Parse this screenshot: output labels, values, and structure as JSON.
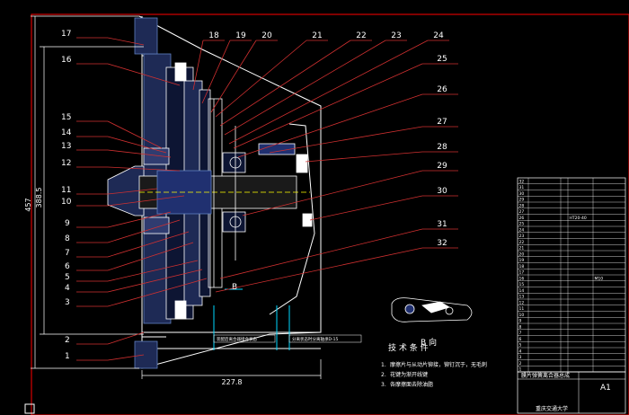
{
  "drawing": {
    "left_labels": [
      "17",
      "16",
      "15",
      "14",
      "13",
      "12",
      "11",
      "10",
      "9",
      "8",
      "7",
      "6",
      "5",
      "4",
      "3",
      "2",
      "1"
    ],
    "top_labels": [
      "18",
      "19",
      "20",
      "21",
      "22",
      "23",
      "24"
    ],
    "right_labels": [
      "25",
      "26",
      "27",
      "28",
      "29",
      "30",
      "31",
      "32"
    ],
    "dim_height_outer": "457",
    "dim_height_inner": "388.5",
    "dim_width": "227.8",
    "section_label": "B",
    "view_label": "B 向",
    "note_left": "装配后离合器接合状态",
    "note_right": "分离状态时分离轴承D-15"
  },
  "tech": {
    "title": "技 术 条 件",
    "items": [
      {
        "num": "1.",
        "text": "摩擦片与从动片铆接，铆钉沉于，无毛刺"
      },
      {
        "num": "2.",
        "text": "花键为渐开线键"
      },
      {
        "num": "3.",
        "text": "各摩擦面去除油脂"
      }
    ]
  },
  "title_block": {
    "drawing_name": "膜片弹簧离合器总成",
    "school": "重庆交通大学",
    "sheet_size": "A1",
    "bom_rows": [
      {
        "no": "32",
        "name": "",
        "qty": "",
        "mat": "",
        "note": ""
      },
      {
        "no": "31",
        "name": "",
        "qty": "",
        "mat": "",
        "note": ""
      },
      {
        "no": "30",
        "name": "",
        "qty": "",
        "mat": "",
        "note": ""
      },
      {
        "no": "29",
        "name": "",
        "qty": "",
        "mat": "",
        "note": ""
      },
      {
        "no": "28",
        "name": "",
        "qty": "",
        "mat": "",
        "note": ""
      },
      {
        "no": "27",
        "name": "",
        "qty": "",
        "mat": "",
        "note": ""
      },
      {
        "no": "26",
        "name": "",
        "qty": "",
        "mat": "HT20-40",
        "note": ""
      },
      {
        "no": "25",
        "name": "",
        "qty": "",
        "mat": "",
        "note": ""
      },
      {
        "no": "24",
        "name": "",
        "qty": "",
        "mat": "",
        "note": ""
      },
      {
        "no": "23",
        "name": "",
        "qty": "",
        "mat": "",
        "note": ""
      },
      {
        "no": "22",
        "name": "",
        "qty": "",
        "mat": "",
        "note": ""
      },
      {
        "no": "21",
        "name": "",
        "qty": "",
        "mat": "",
        "note": ""
      },
      {
        "no": "20",
        "name": "",
        "qty": "",
        "mat": "",
        "note": ""
      },
      {
        "no": "19",
        "name": "",
        "qty": "",
        "mat": "",
        "note": ""
      },
      {
        "no": "18",
        "name": "",
        "qty": "",
        "mat": "",
        "note": ""
      },
      {
        "no": "17",
        "name": "",
        "qty": "",
        "mat": "",
        "note": ""
      },
      {
        "no": "16",
        "name": "",
        "qty": "",
        "mat": "",
        "note": "M10"
      },
      {
        "no": "15",
        "name": "",
        "qty": "",
        "mat": "",
        "note": ""
      },
      {
        "no": "14",
        "name": "",
        "qty": "",
        "mat": "",
        "note": ""
      },
      {
        "no": "13",
        "name": "",
        "qty": "",
        "mat": "",
        "note": ""
      },
      {
        "no": "12",
        "name": "",
        "qty": "",
        "mat": "",
        "note": ""
      },
      {
        "no": "11",
        "name": "",
        "qty": "",
        "mat": "",
        "note": ""
      },
      {
        "no": "10",
        "name": "",
        "qty": "",
        "mat": "",
        "note": ""
      },
      {
        "no": "9",
        "name": "",
        "qty": "",
        "mat": "",
        "note": ""
      },
      {
        "no": "8",
        "name": "",
        "qty": "",
        "mat": "",
        "note": ""
      },
      {
        "no": "7",
        "name": "",
        "qty": "",
        "mat": "",
        "note": ""
      },
      {
        "no": "6",
        "name": "",
        "qty": "",
        "mat": "",
        "note": ""
      },
      {
        "no": "5",
        "name": "",
        "qty": "",
        "mat": "",
        "note": ""
      },
      {
        "no": "4",
        "name": "",
        "qty": "",
        "mat": "",
        "note": ""
      },
      {
        "no": "3",
        "name": "",
        "qty": "",
        "mat": "",
        "note": ""
      },
      {
        "no": "2",
        "name": "",
        "qty": "",
        "mat": "",
        "note": ""
      },
      {
        "no": "1",
        "name": "",
        "qty": "",
        "mat": "",
        "note": ""
      }
    ]
  },
  "colors": {
    "background": "#000000",
    "line": "#ffffff",
    "frame": "#ff0000",
    "section": "#00d8ff",
    "hatch": "#6080c0",
    "leader": "#d03030",
    "center": "#ffff00"
  }
}
